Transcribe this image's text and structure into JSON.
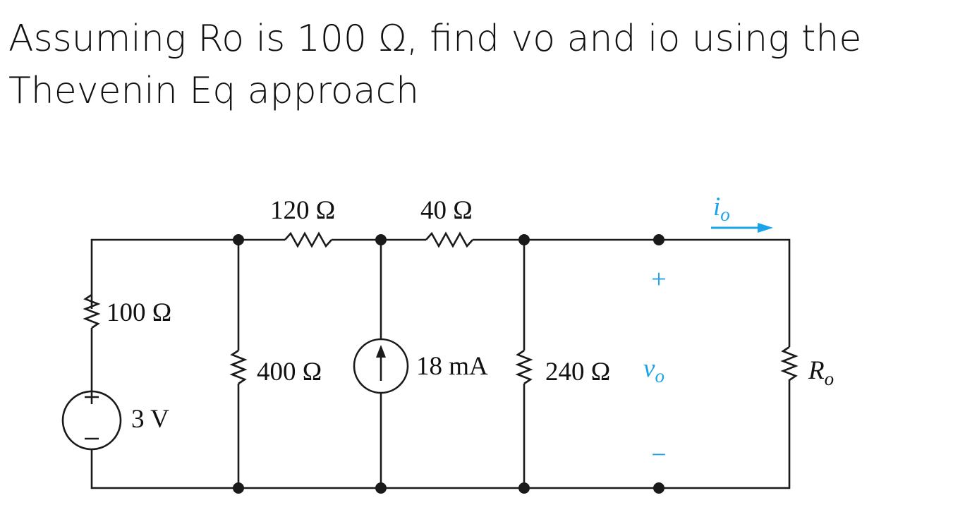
{
  "problem": {
    "line1": "Assuming Ro is 100 Ω, find vo and io using the",
    "line2": "Thevenin Eq approach"
  },
  "circuit": {
    "r_top_left": "120 Ω",
    "r_top_right": "40 Ω",
    "r_source": "100 Ω",
    "r_shunt_1": "400 Ω",
    "r_shunt_2": "240 Ω",
    "voltage_source": "3 V",
    "current_source": "18 mA",
    "load_label_main": "R",
    "load_label_sub": "o",
    "vo_main": "v",
    "vo_sub": "o",
    "io_main": "i",
    "io_sub": "o",
    "plus": "+",
    "minus": "−"
  },
  "colors": {
    "annotation": "#1aa3e8",
    "wire": "#1a1a1a"
  }
}
